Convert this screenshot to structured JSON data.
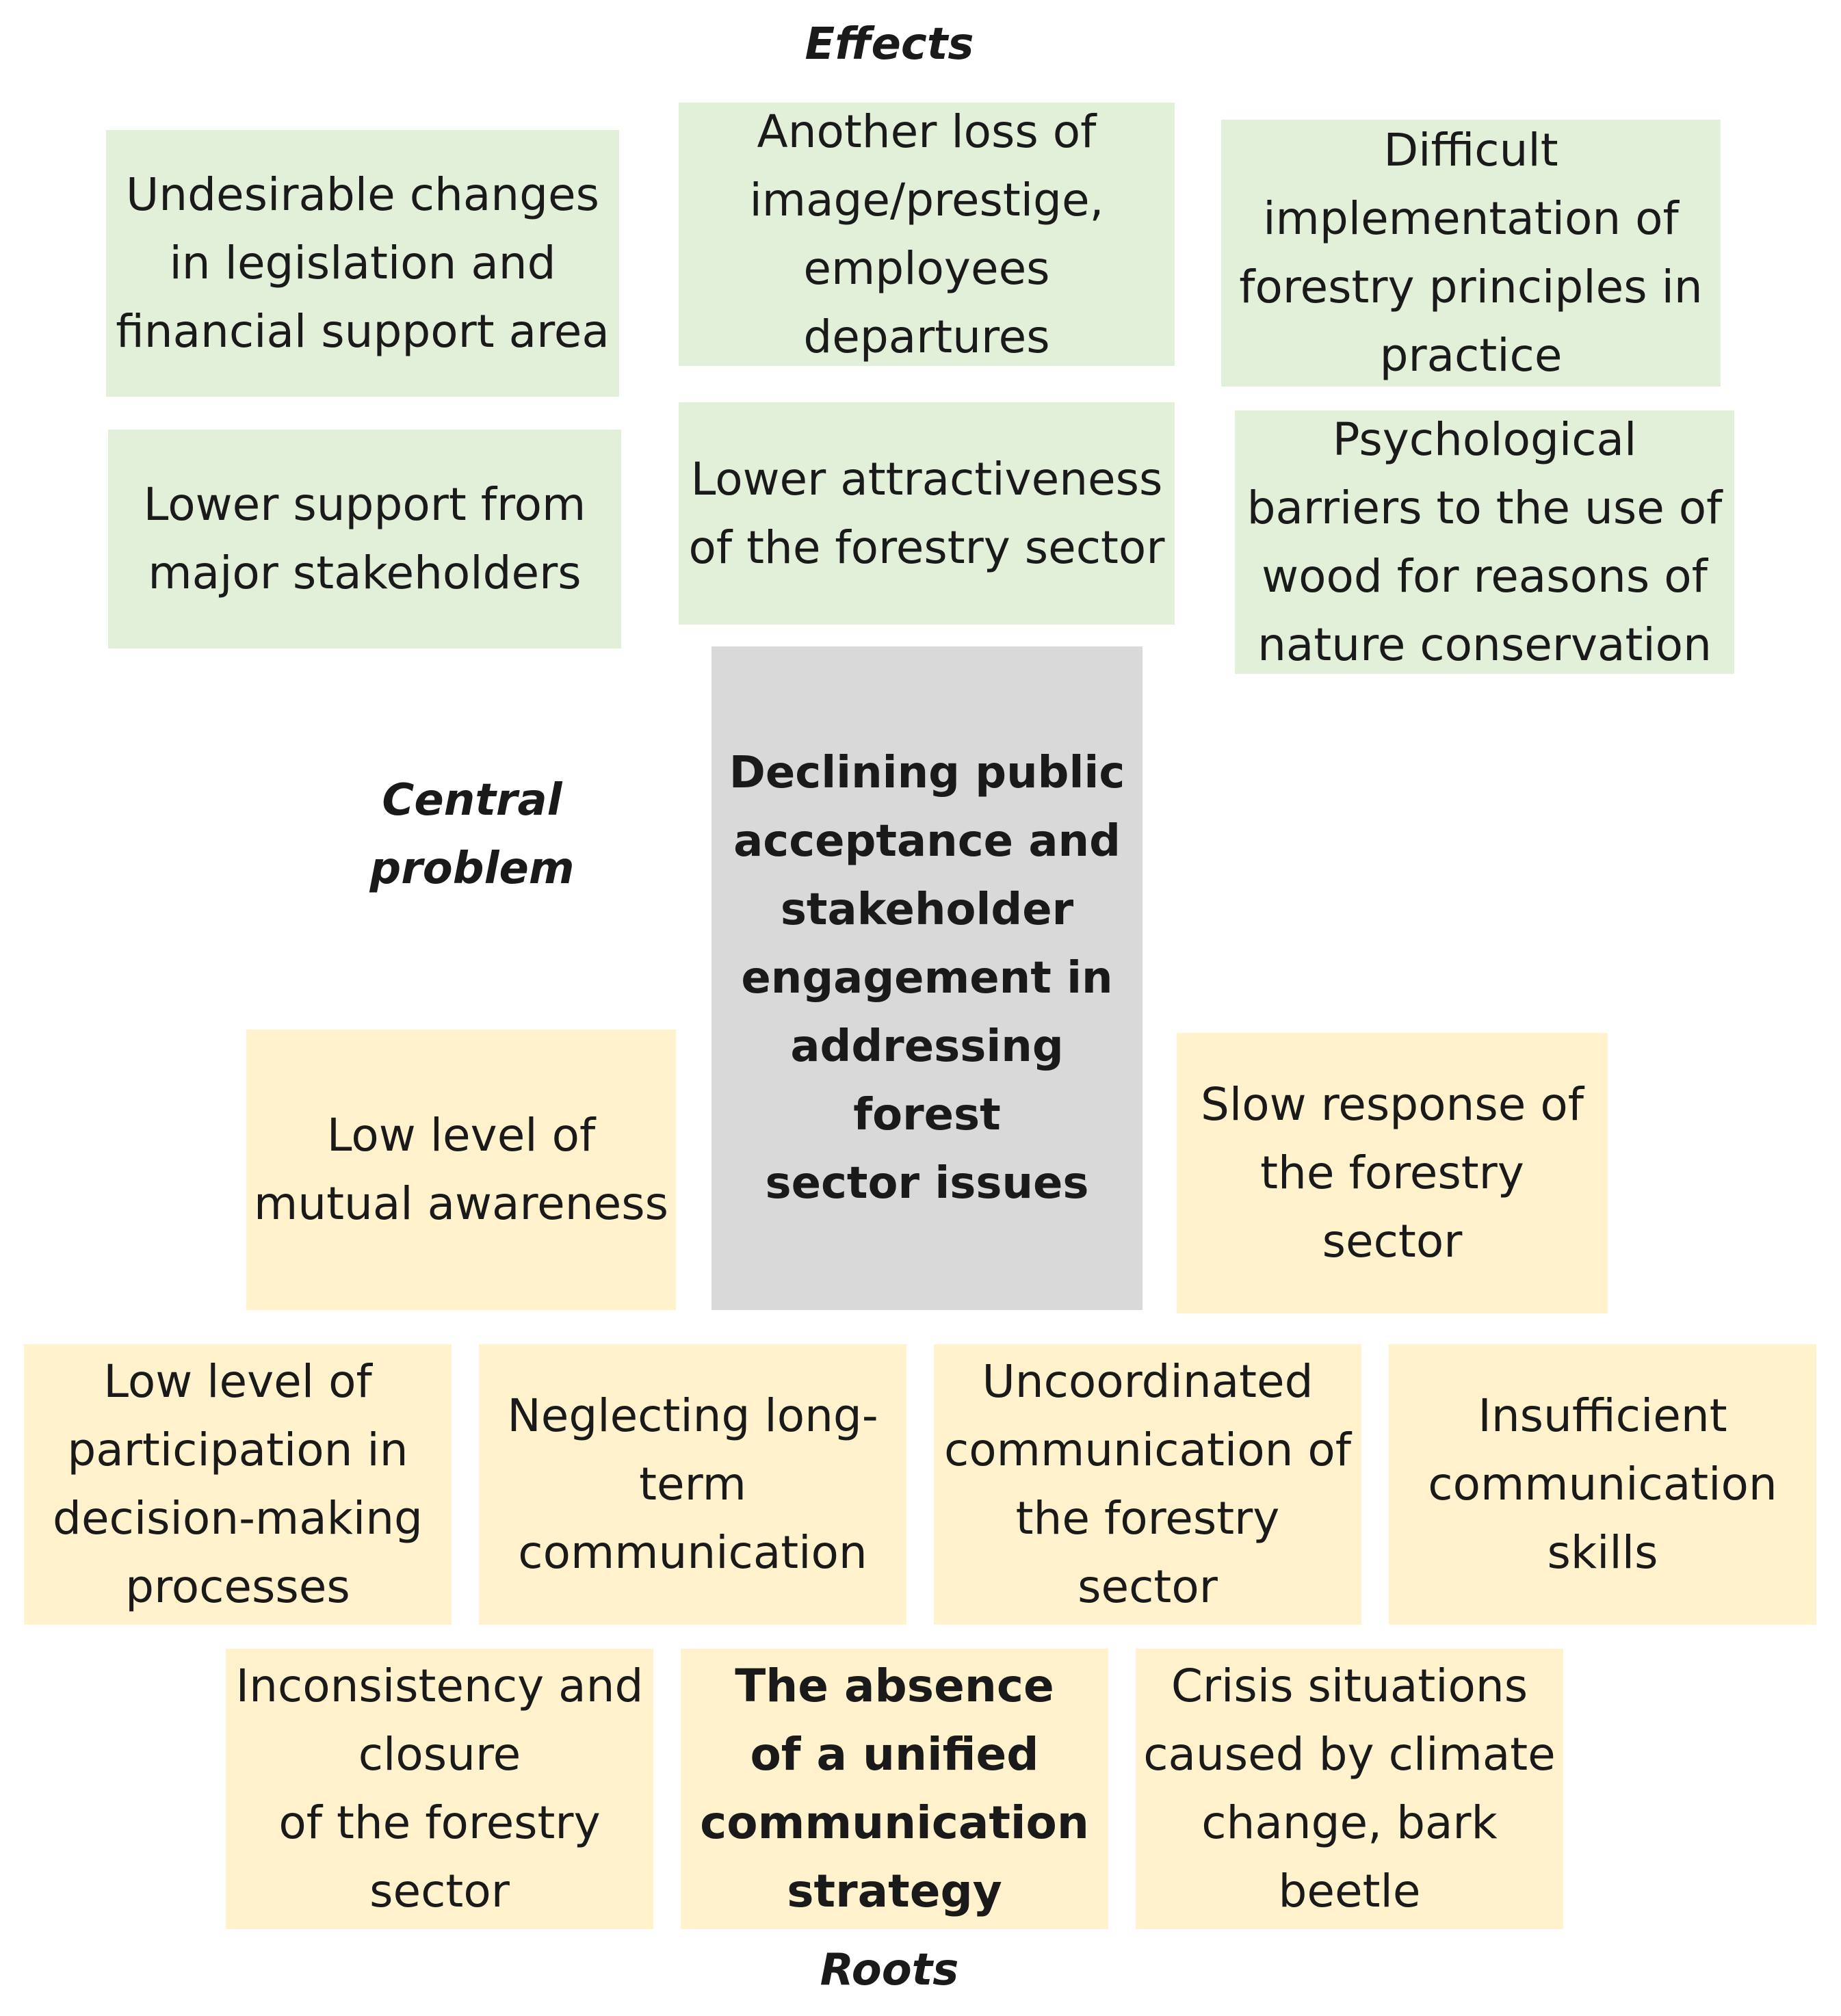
{
  "labels": {
    "effects": "Effects",
    "central": "Central\nproblem",
    "roots": "Roots"
  },
  "central_problem": {
    "text": "Declining public\nacceptance and\nstakeholder\nengagement in\naddressing forest\nsector issues"
  },
  "effects": [
    {
      "text": "Undesirable changes\nin legislation and\nfinancial support area"
    },
    {
      "text": "Another loss of\nimage/prestige,\nemployees\ndepartures"
    },
    {
      "text": "Difficult\nimplementation of\nforestry principles in\npractice"
    },
    {
      "text": "Lower support from\nmajor stakeholders"
    },
    {
      "text": "Lower attractiveness\nof the forestry sector"
    },
    {
      "text": "Psychological\nbarriers to the use of\nwood for reasons of\nnature conservation"
    }
  ],
  "roots": [
    {
      "text": "Low level of\nmutual awareness"
    },
    {
      "text": "Slow response of\nthe forestry\nsector"
    },
    {
      "text": "Low level of\nparticipation in\ndecision-making\nprocesses"
    },
    {
      "text": "Neglecting long-\nterm\ncommunication"
    },
    {
      "text": "Uncoordinated\ncommunication of\nthe forestry\nsector"
    },
    {
      "text": "Insufficient\ncommunication\nskills"
    },
    {
      "text": "Inconsistency and\nclosure\nof the forestry\nsector"
    },
    {
      "text": "The absence\nof a unified\ncommunication\nstrategy"
    },
    {
      "text": "Crisis situations\ncaused by climate\nchange, bark\nbeetle"
    }
  ],
  "colors": {
    "effect_fill": "#e2efd9",
    "root_fill": "#fff2cc",
    "central_fill": "#d9d9d9"
  }
}
